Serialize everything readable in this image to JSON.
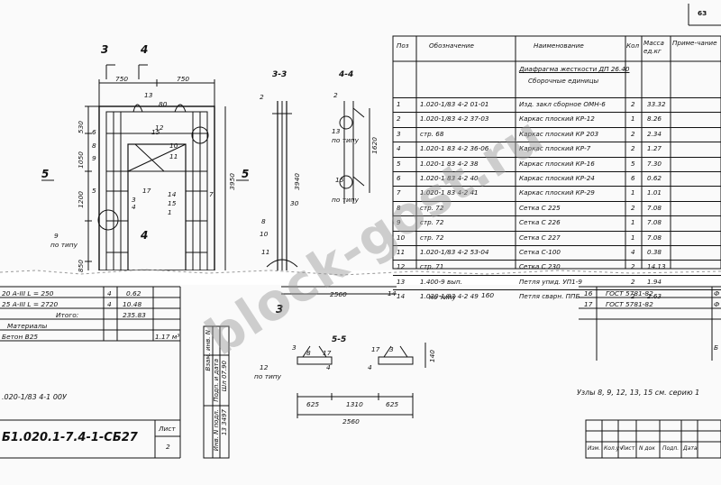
{
  "page_number": "63",
  "sections": {
    "s3": "3-3",
    "s4": "4-4",
    "s5": "5-5",
    "cut3": "3",
    "cut4": "4",
    "cut5": "5"
  },
  "spec_table": {
    "headers": [
      "Поз",
      "Обозначение",
      "Наименование",
      "Кол",
      "Масса ед.кг",
      "Приме-чание"
    ],
    "group_title": "Диафрагма жесткости ДП 26.40",
    "subgroup_title": "Сборочные единицы",
    "rows": [
      {
        "pos": "1",
        "code": "1.020-1/83 4-2 01-01",
        "name": "Изд. закл сборное ОМН-6",
        "qty": "2",
        "mass": "33.32"
      },
      {
        "pos": "2",
        "code": "1.020-1/83 4-2 37-03",
        "name": "Каркас плоский КР-12",
        "qty": "1",
        "mass": "8.26"
      },
      {
        "pos": "3",
        "code": "стр. 68",
        "name": "Каркас плоский КР 203",
        "qty": "2",
        "mass": "2.34"
      },
      {
        "pos": "4",
        "code": "1.020-1 83 4-2 36-06",
        "name": "Каркас плоский КР-7",
        "qty": "2",
        "mass": "1.27"
      },
      {
        "pos": "5",
        "code": "1.020-1 83 4-2 38",
        "name": "Каркас плоский КР-16",
        "qty": "5",
        "mass": "7.30"
      },
      {
        "pos": "6",
        "code": "1.020-1 83 4-2 40",
        "name": "Каркас плоский КР-24",
        "qty": "6",
        "mass": "0.62"
      },
      {
        "pos": "7",
        "code": "1.020-1 83 4-2 41",
        "name": "Каркас плоский КР-29",
        "qty": "1",
        "mass": "1.01"
      },
      {
        "pos": "8",
        "code": "стр. 72",
        "name": "Сетка С 225",
        "qty": "2",
        "mass": "7.08"
      },
      {
        "pos": "9",
        "code": "стр. 72",
        "name": "Сетка С 226",
        "qty": "1",
        "mass": "7.08"
      },
      {
        "pos": "10",
        "code": "стр. 72",
        "name": "Сетка С 227",
        "qty": "1",
        "mass": "7.08"
      },
      {
        "pos": "11",
        "code": "1.020-1/83 4-2 53-04",
        "name": "Сетка С-100",
        "qty": "4",
        "mass": "0.38"
      },
      {
        "pos": "12",
        "code": "стр. 71",
        "name": "Сетка С 230",
        "qty": "2",
        "mass": "14.13"
      },
      {
        "pos": "13",
        "code": "1.400-9 вып.",
        "name": "Петля упид. УП1-9",
        "qty": "2",
        "mass": "1.94"
      },
      {
        "pos": "14",
        "code": "1.020-1/83 4-2 49",
        "name": "Петля сварн. ППБ",
        "qty": "2",
        "mass": "2.63"
      }
    ]
  },
  "lower_left": {
    "rows": [
      {
        "name": "20 A-III  L = 250",
        "qty": "4",
        "mass": "0.62"
      },
      {
        "name": "25 A-III  L = 2720",
        "qty": "4",
        "mass": "10.48"
      },
      {
        "name": "Итого:",
        "qty": "",
        "mass": "235.83"
      }
    ],
    "materials_label": "Материалы",
    "concrete": "Бетон В25",
    "concrete_volume": "1.17 м³",
    "doc_code": ".020-1/83 4-1 00У",
    "sheet_code": "Б1.020.1-7.4-1-СБ27",
    "sheet_label": "Лист",
    "sheet_no": "2"
  },
  "lower_right": {
    "rows": [
      {
        "pos": "16",
        "code": "ГОСТ 5781-82",
        "tail": "Ф"
      },
      {
        "pos": "17",
        "code": "ГОСТ 5781-82",
        "tail": "Ф"
      }
    ],
    "tail_b": "Б",
    "nodes_note": "Узлы 8, 9, 12, 13, 15 см. серию 1",
    "titleblock": [
      "Изм.",
      "Кол.уч",
      "Лист",
      "N док",
      "Подп.",
      "Дата"
    ]
  },
  "stamp_columns": [
    "Взам. инв. N",
    "Подп. и дата",
    "Инв. N подл."
  ],
  "stamp_values": {
    "sign_date": "Шл 07.90",
    "inv": "13 3497"
  },
  "watermark": "block-gost.ru",
  "dims": {
    "d750a": "750",
    "d750b": "750",
    "d530": "530",
    "d1050": "1050",
    "d1200": "1200",
    "d850": "850",
    "d3950": "3950",
    "d3940": "3940",
    "d1620": "1620",
    "d2560a": "2560",
    "d2560b": "2560",
    "d1310": "1310",
    "d625a": "625",
    "d625b": "625",
    "d80": "80",
    "d30": "30",
    "d160": "160",
    "d140": "140"
  },
  "callouts": {
    "po_tipu": "по типу",
    "c1": "1",
    "c2": "2",
    "c3": "3",
    "c4": "4",
    "c5": "5",
    "c6": "6",
    "c7": "7",
    "c8": "8",
    "c9": "9",
    "c10": "10",
    "c11": "11",
    "c12": "12",
    "c13": "13",
    "c14": "14",
    "c15": "15",
    "c16": "16",
    "c17": "17"
  }
}
